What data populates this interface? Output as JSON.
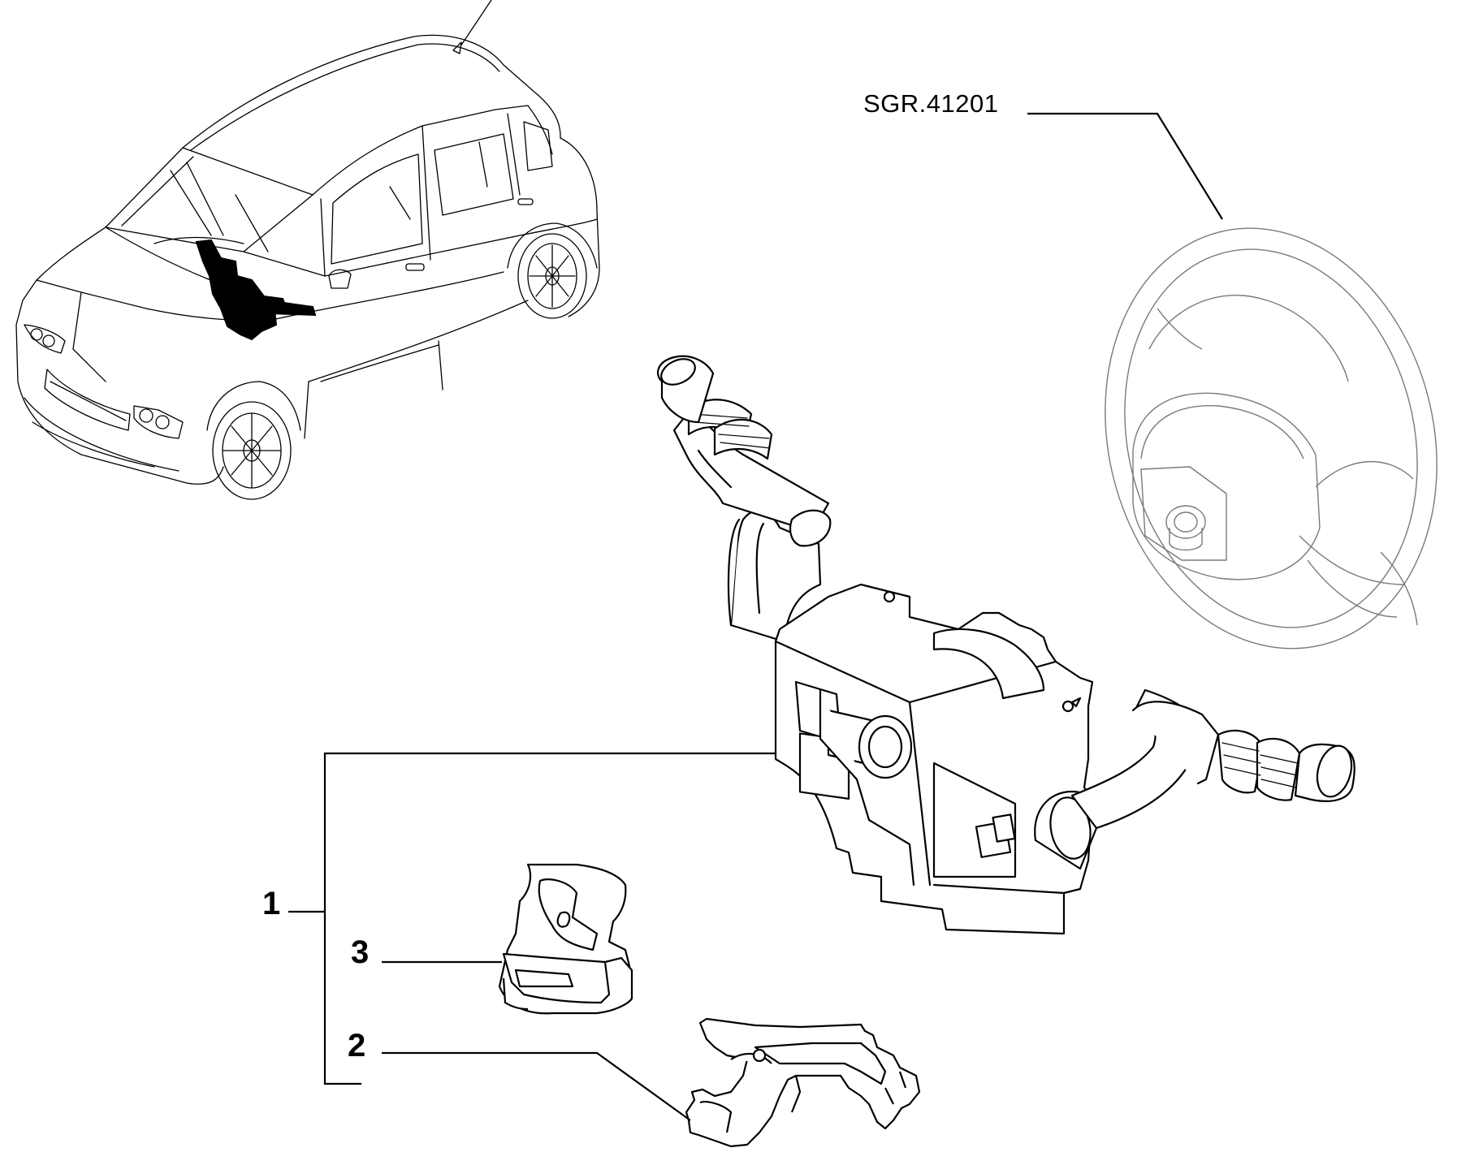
{
  "callouts": {
    "ref_group": "SGR.41201",
    "item_1": "1",
    "item_2": "2",
    "item_3": "3"
  },
  "colors": {
    "line": "#000000",
    "faint_line": "#8a8a8a",
    "highlight_part": "#000000",
    "background": "#ffffff"
  },
  "parts": [
    {
      "id": "car-overview",
      "icon": "car-outline"
    },
    {
      "id": "steering-wheel",
      "icon": "steering-wheel-outline"
    },
    {
      "id": "column-switch",
      "icon": "stalk-switch-assembly"
    },
    {
      "id": "clip",
      "icon": "clip-part"
    },
    {
      "id": "bracket",
      "icon": "bracket-part"
    }
  ]
}
